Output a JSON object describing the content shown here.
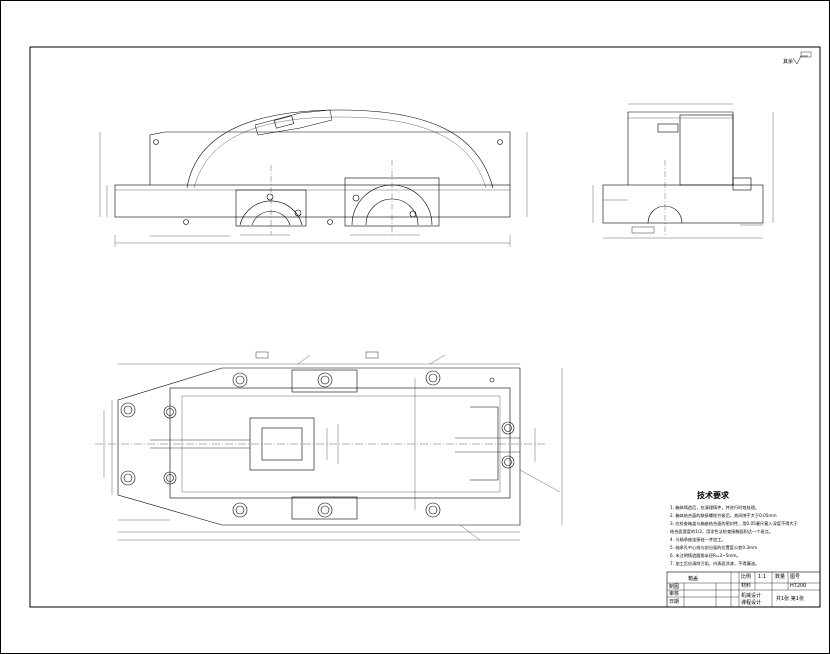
{
  "drawing": {
    "roughness_note": "其余",
    "tech_title": "技术要求",
    "tech_lines": [
      "1. 箱体铸造后，应清理铸件，并进行时效处理。",
      "2. 箱体结合面的联接螺栓拧紧后，其间隙不大于0.05mm",
      "3. 应检查箱盖与箱座结合面的密封性，用0.05塞尺塞入深度不得大于",
      "   结合面宽度的1/3，用涂色法检查接触面积达一个斑点。",
      "4. 与轴承座连接处一并加工。",
      "5. 轴承孔中心线与剖分面的位置度公差0.3mm",
      "6. 未注明铸造圆角半径R=3~5mm。",
      "7. 加工后应清除污垢，内表面涂漆，不得漏油。"
    ],
    "title_block": {
      "part_name": "箱盖",
      "cells": [
        "比例",
        "1:1",
        "数量",
        "图号",
        "材料",
        "HT200"
      ],
      "row_labels": [
        "制图",
        "审核",
        "日期"
      ],
      "school": "机械设计",
      "course": "课程设计",
      "sheet": "共1张 第1张"
    }
  }
}
